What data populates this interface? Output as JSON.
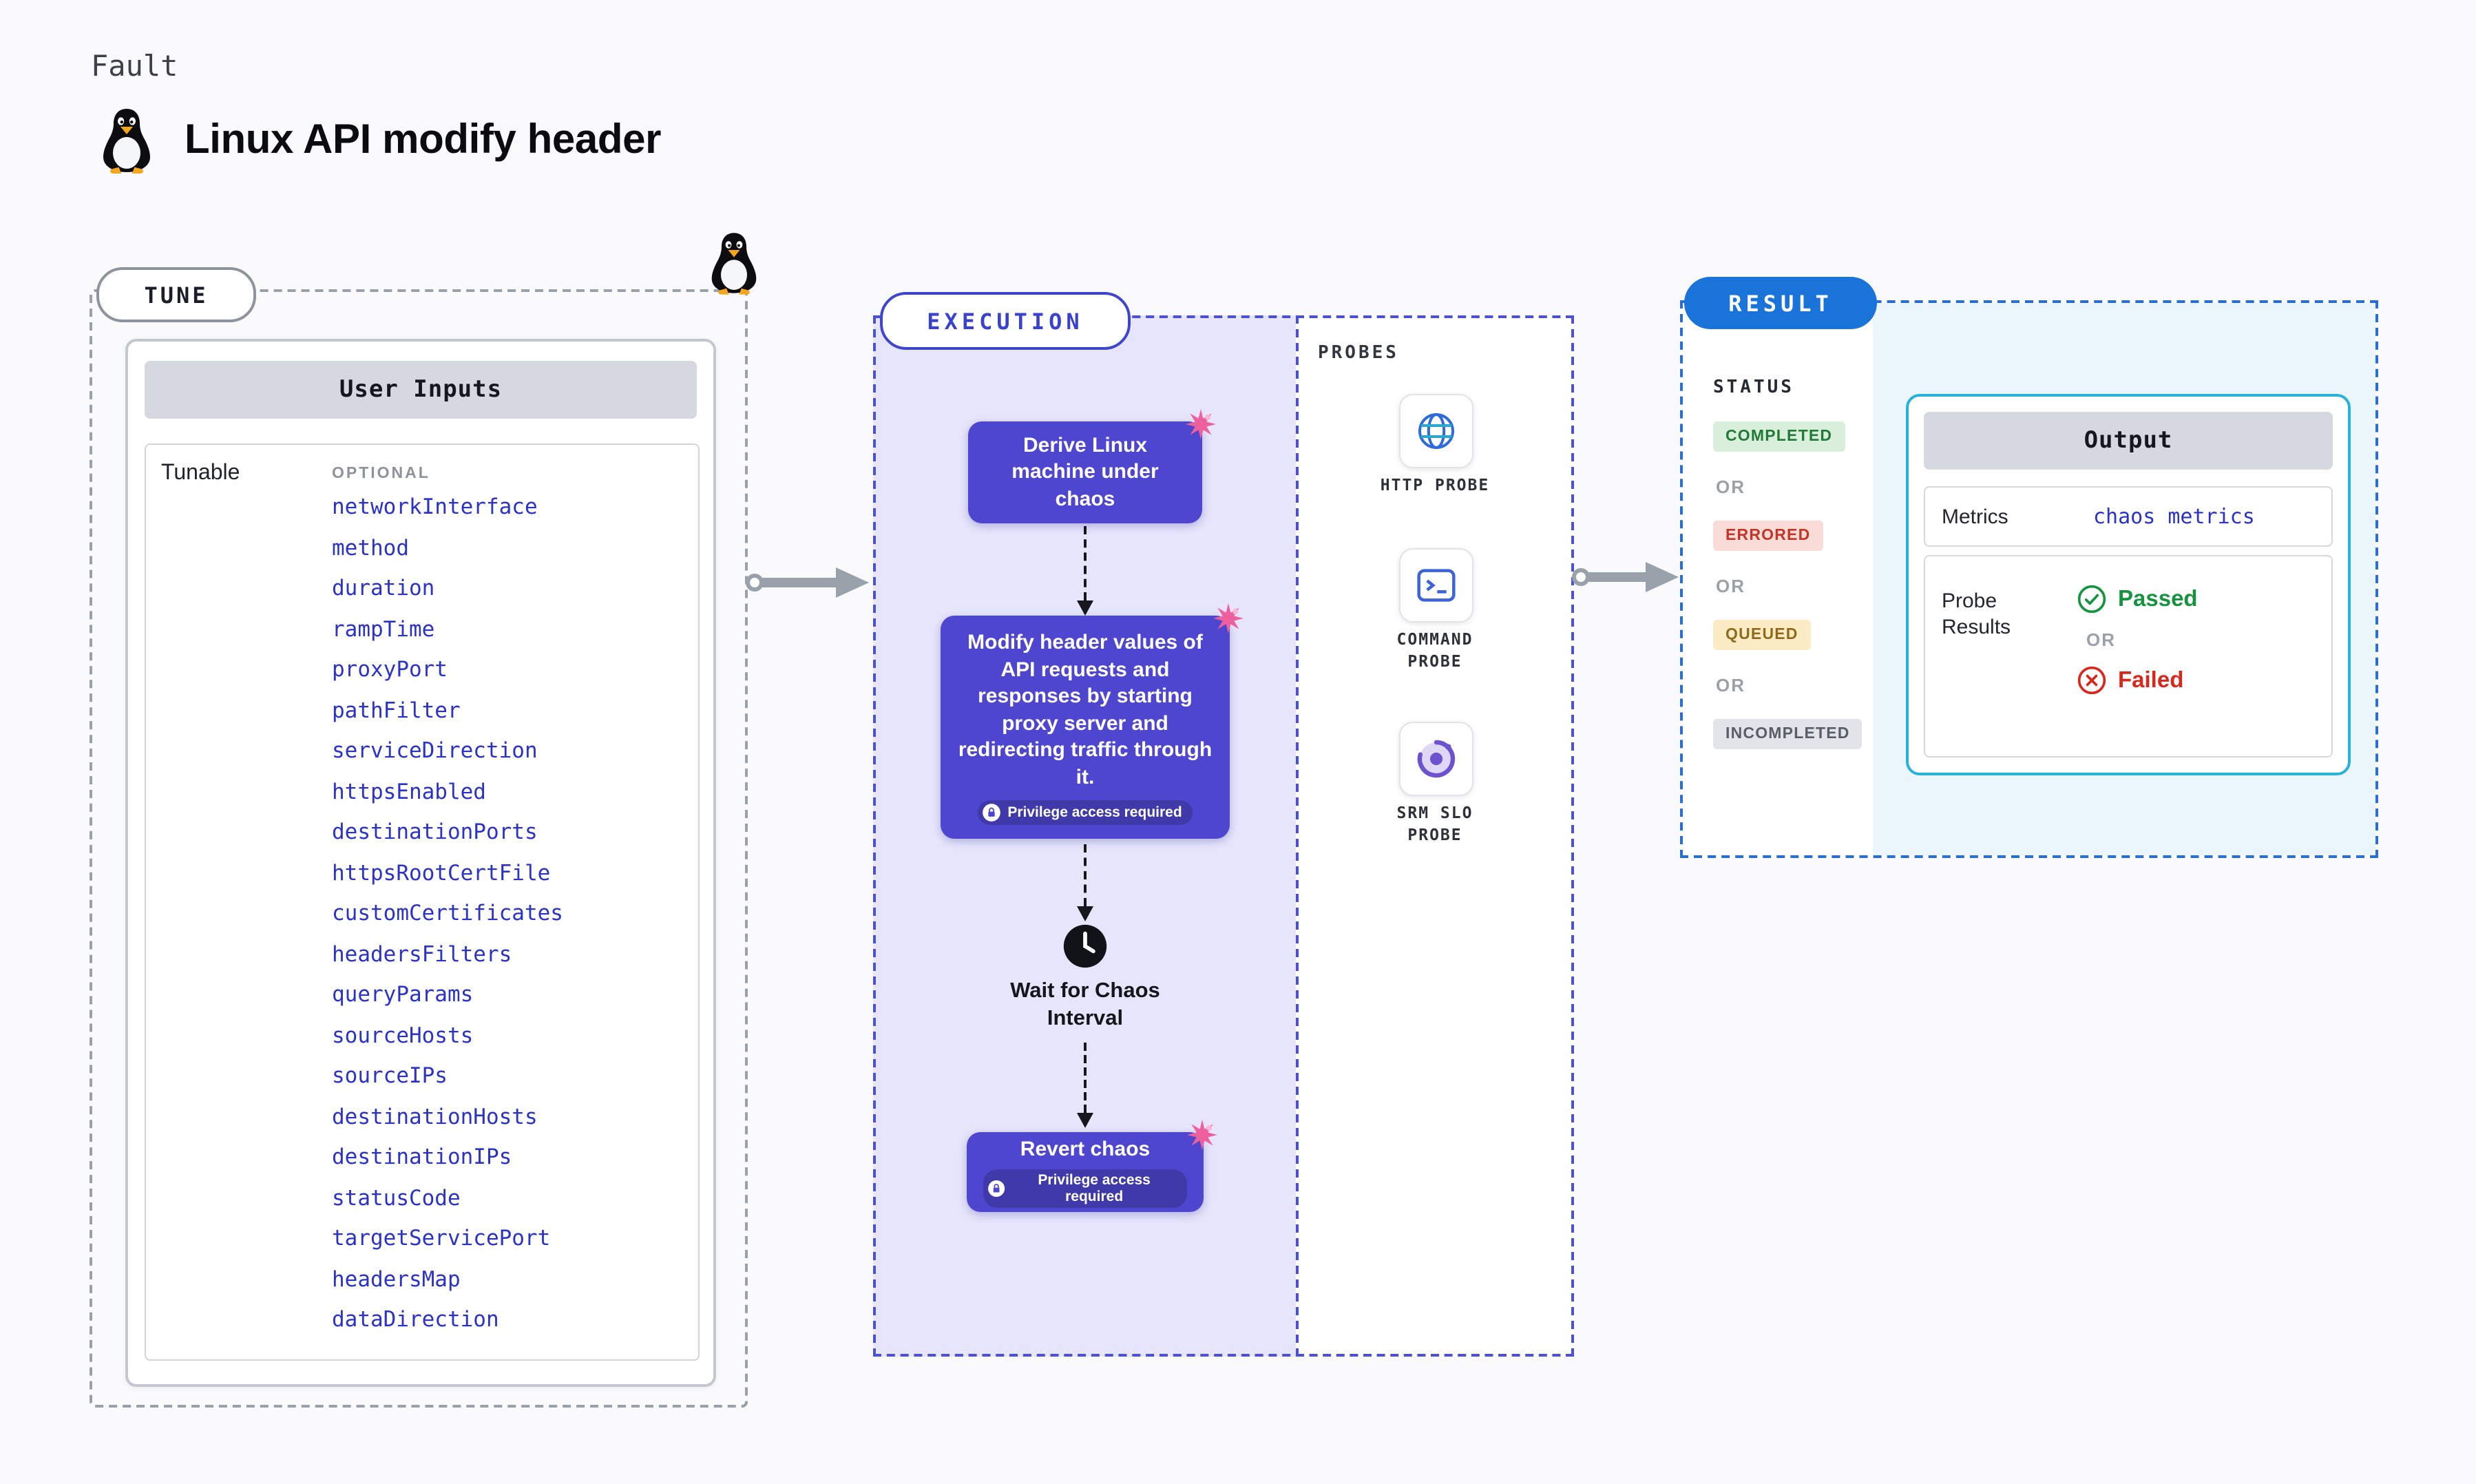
{
  "header": {
    "kicker": "Fault",
    "title": "Linux API modify header"
  },
  "tune": {
    "pill": "TUNE",
    "panel_title": "User Inputs",
    "col_label": "Tunable",
    "col_tag": "OPTIONAL",
    "params": [
      "networkInterface",
      "method",
      "duration",
      "rampTime",
      "proxyPort",
      "pathFilter",
      "serviceDirection",
      "httpsEnabled",
      "destinationPorts",
      "httpsRootCertFile",
      "customCertificates",
      "headersFilters",
      "queryParams",
      "sourceHosts",
      "sourceIPs",
      "destinationHosts",
      "destinationIPs",
      "statusCode",
      "targetServicePort",
      "headersMap",
      "dataDirection"
    ]
  },
  "execution": {
    "pill": "EXECUTION",
    "steps": {
      "derive": "Derive Linux machine under chaos",
      "modify": "Modify header values of API requests and responses by starting proxy server and redirecting traffic through it.",
      "wait": "Wait for Chaos Interval",
      "revert": "Revert chaos"
    },
    "privilege_badge": "Privilege access required"
  },
  "probes": {
    "title": "PROBES",
    "items": [
      {
        "label": "HTTP PROBE",
        "icon": "globe-icon"
      },
      {
        "label": "COMMAND PROBE",
        "icon": "terminal-icon"
      },
      {
        "label": "SRM SLO PROBE",
        "icon": "slo-gauge-icon"
      }
    ]
  },
  "result": {
    "pill": "RESULT",
    "status_label": "STATUS",
    "or_label": "OR",
    "statuses": [
      "COMPLETED",
      "ERRORED",
      "QUEUED",
      "INCOMPLETED"
    ],
    "output": {
      "panel_title": "Output",
      "metrics_label": "Metrics",
      "metrics_value": "chaos metrics",
      "probe_results_label": "Probe Results",
      "passed": "Passed",
      "failed": "Failed"
    }
  },
  "colors": {
    "accent_indigo": "#3f46cd",
    "node_purple": "#4f46cf",
    "link_blue": "#2b32c8",
    "result_blue": "#1a73d8",
    "output_border_cyan": "#29b2d9",
    "chaos_pink": "#ee5f9e",
    "status_completed": "#217a36",
    "status_errored": "#c23527",
    "status_queued": "#8f6a1a",
    "status_incompleted": "#595d66"
  }
}
